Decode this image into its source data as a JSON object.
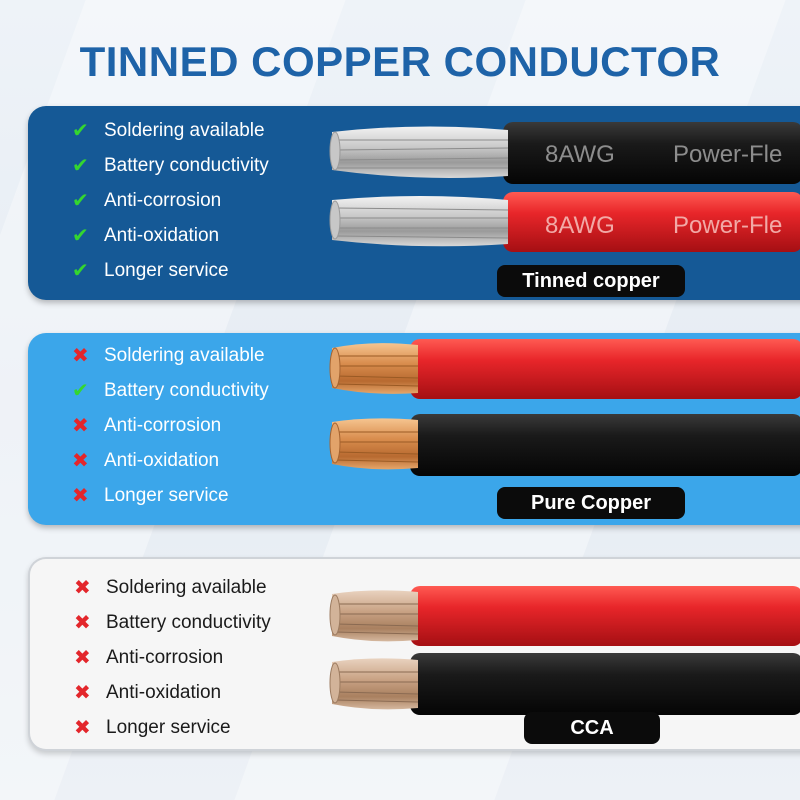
{
  "title": "TINNED COPPER CONDUCTOR",
  "panels": [
    {
      "badge": "Tinned copper",
      "features": [
        {
          "label": "Soldering available",
          "status": "check"
        },
        {
          "label": "Battery conductivity",
          "status": "check"
        },
        {
          "label": "Anti-corrosion",
          "status": "check"
        },
        {
          "label": "Anti-oxidation",
          "status": "check"
        },
        {
          "label": "Longer service",
          "status": "check"
        }
      ],
      "cable_print": {
        "gauge": "8AWG",
        "brand": "Power-Fle"
      }
    },
    {
      "badge": "Pure Copper",
      "features": [
        {
          "label": "Soldering available",
          "status": "cross"
        },
        {
          "label": "Battery conductivity",
          "status": "check"
        },
        {
          "label": "Anti-corrosion",
          "status": "cross"
        },
        {
          "label": "Anti-oxidation",
          "status": "cross"
        },
        {
          "label": "Longer service",
          "status": "cross"
        }
      ]
    },
    {
      "badge": "CCA",
      "features": [
        {
          "label": "Soldering available",
          "status": "cross"
        },
        {
          "label": "Battery conductivity",
          "status": "cross"
        },
        {
          "label": "Anti-corrosion",
          "status": "cross"
        },
        {
          "label": "Anti-oxidation",
          "status": "cross"
        },
        {
          "label": "Longer service",
          "status": "cross"
        }
      ]
    }
  ],
  "marks": {
    "check": "✔",
    "cross": "✖"
  },
  "colors": {
    "title": "#1e63a8",
    "panel_tinned": "#155996",
    "panel_pure": "#3ba6ea",
    "panel_cca": "#f6f6f6",
    "check": "#34d62f",
    "cross": "#e3262b",
    "insulation_red": "#e8262a",
    "insulation_black": "#161616"
  },
  "icons": {
    "check": "check-icon",
    "cross": "cross-icon"
  }
}
